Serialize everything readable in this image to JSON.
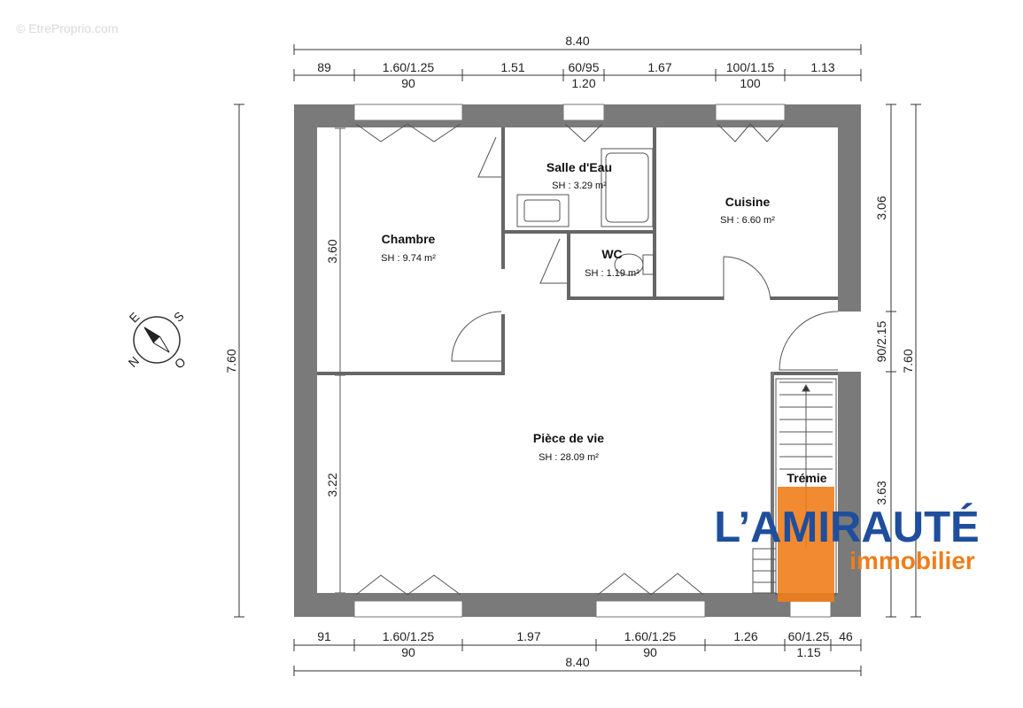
{
  "watermark": "© EtreProprio.com",
  "top_dims": {
    "total": "8.40",
    "segments": [
      "89",
      "1.60/1.25",
      "1.51",
      "60/95",
      "1.67",
      "100/1.15",
      "1.13"
    ],
    "sub": [
      "90",
      "1.20",
      "100"
    ]
  },
  "bottom_dims": {
    "total": "8.40",
    "segments": [
      "91",
      "1.60/1.25",
      "1.97",
      "1.60/1.25",
      "1.26",
      "60/1.25",
      "46"
    ],
    "sub": [
      "90",
      "90",
      "1.15"
    ]
  },
  "left_dims": {
    "total": "7.60",
    "upper": "3.60",
    "lower": "3.22"
  },
  "right_dims": {
    "total": "7.60",
    "upper": "3.06",
    "middle": "90/2.15",
    "lower": "3.63"
  },
  "compass": {
    "n": "N",
    "e": "E",
    "s": "S",
    "o": "O"
  },
  "rooms": {
    "chambre": {
      "name": "Chambre",
      "area": "SH : 9.74 m²"
    },
    "salle_eau": {
      "name": "Salle d'Eau",
      "area": "SH : 3.29 m²"
    },
    "cuisine": {
      "name": "Cuisine",
      "area": "SH : 6.60 m²"
    },
    "wc": {
      "name": "WC",
      "area": "SH : 1.19 m²"
    },
    "piece_vie": {
      "name": "Pièce de vie",
      "area": "SH : 28.09 m²"
    },
    "tremie": {
      "name": "Trémie"
    }
  },
  "logo": {
    "line1": "L’AMIRAUTÉ",
    "line2": "immobilier",
    "color_blue": "#1f4e9c",
    "color_orange": "#f07d1a"
  }
}
